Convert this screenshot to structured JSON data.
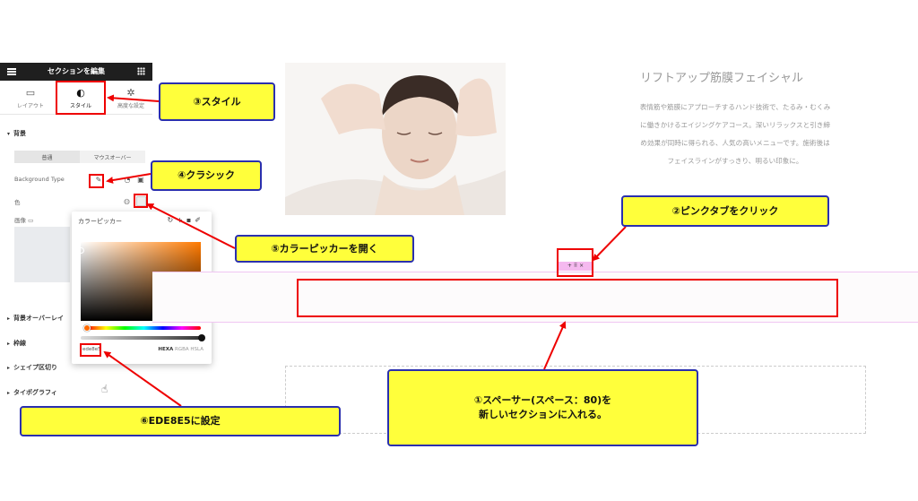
{
  "panel": {
    "header_title": "セクションを編集",
    "tabs": [
      {
        "label": "レイアウト",
        "icon": "layout-icon"
      },
      {
        "label": "スタイル",
        "icon": "style-icon"
      },
      {
        "label": "高度な設定",
        "icon": "gear-icon"
      }
    ],
    "section_background": "背景",
    "segment_normal": "普通",
    "segment_hover": "マウスオーバー",
    "background_type_label": "Background Type",
    "color_label": "色",
    "image_label": "画像",
    "background_overlay": "背景オーバーレイ",
    "border": "枠線",
    "shape_divider": "シェイプ区切り",
    "typography": "タイポグラフィ"
  },
  "color_picker": {
    "title": "カラーピッカー",
    "hex_value": "ede8e5",
    "formats": [
      "HEXA",
      "RGBA",
      "HSLA"
    ],
    "active_format": "HEXA"
  },
  "page": {
    "title": "リフトアップ筋膜フェイシャル",
    "description_lines": [
      "表情筋や筋膜にアプローチするハンド技術で、たるみ・むくみ",
      "に働きかけるエイジングケアコース。深いリラックスと引き締",
      "め効果が同時に得られる、人気の高いメニューです。施術後は",
      "フェイスラインがすっきり、明るい印象に。"
    ],
    "section_handle": "+ ⠿ ×"
  },
  "callouts": {
    "c1_line1": "①スペーサー(スペース：80)を",
    "c1_line2": "新しいセクションに入れる。",
    "c2": "②ピンクタブをクリック",
    "c3": "③スタイル",
    "c4": "④クラシック",
    "c5": "⑤カラーピッカーを開く",
    "c6": "⑥EDE8E5に設定"
  },
  "colors": {
    "callout_fill": "#ffff3b",
    "callout_border": "#2a2fae",
    "highlight_red": "#ee0000",
    "section_pink": "#f5b9ef"
  }
}
